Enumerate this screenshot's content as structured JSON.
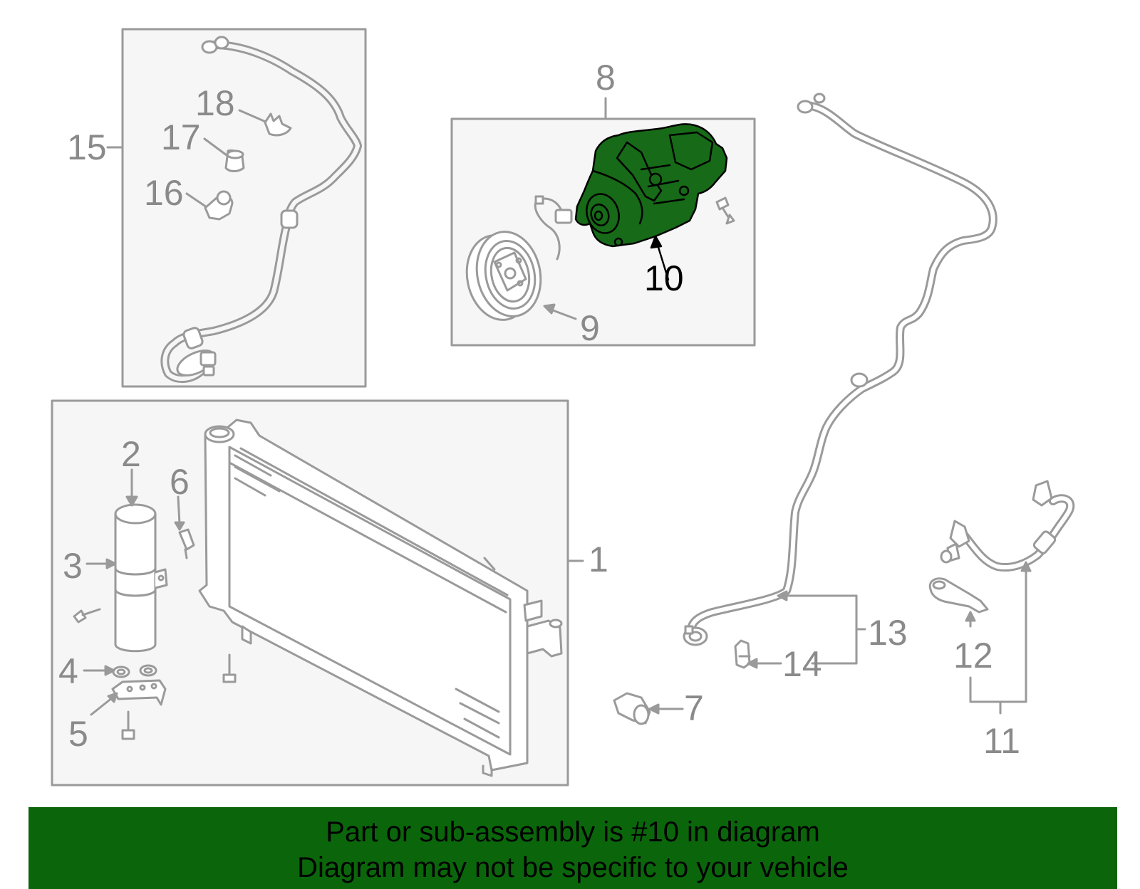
{
  "callouts": {
    "c1": "1",
    "c2": "2",
    "c3": "3",
    "c4": "4",
    "c5": "5",
    "c6": "6",
    "c7": "7",
    "c8": "8",
    "c9": "9",
    "c10": "10",
    "c11": "11",
    "c12": "12",
    "c13": "13",
    "c14": "14",
    "c15": "15",
    "c16": "16",
    "c17": "17",
    "c18": "18"
  },
  "highlight_part": "10",
  "colors": {
    "line": "#9a9a9a",
    "box_fill": "#f6f6f6",
    "highlight_fill": "#176a17",
    "banner_bg": "#0b660b",
    "label_active": "#000000",
    "label_inactive": "#8a8a8a"
  },
  "banner": {
    "line1": "Part or sub-assembly is #10 in diagram",
    "line2": "Diagram may not be specific to your vehicle"
  }
}
